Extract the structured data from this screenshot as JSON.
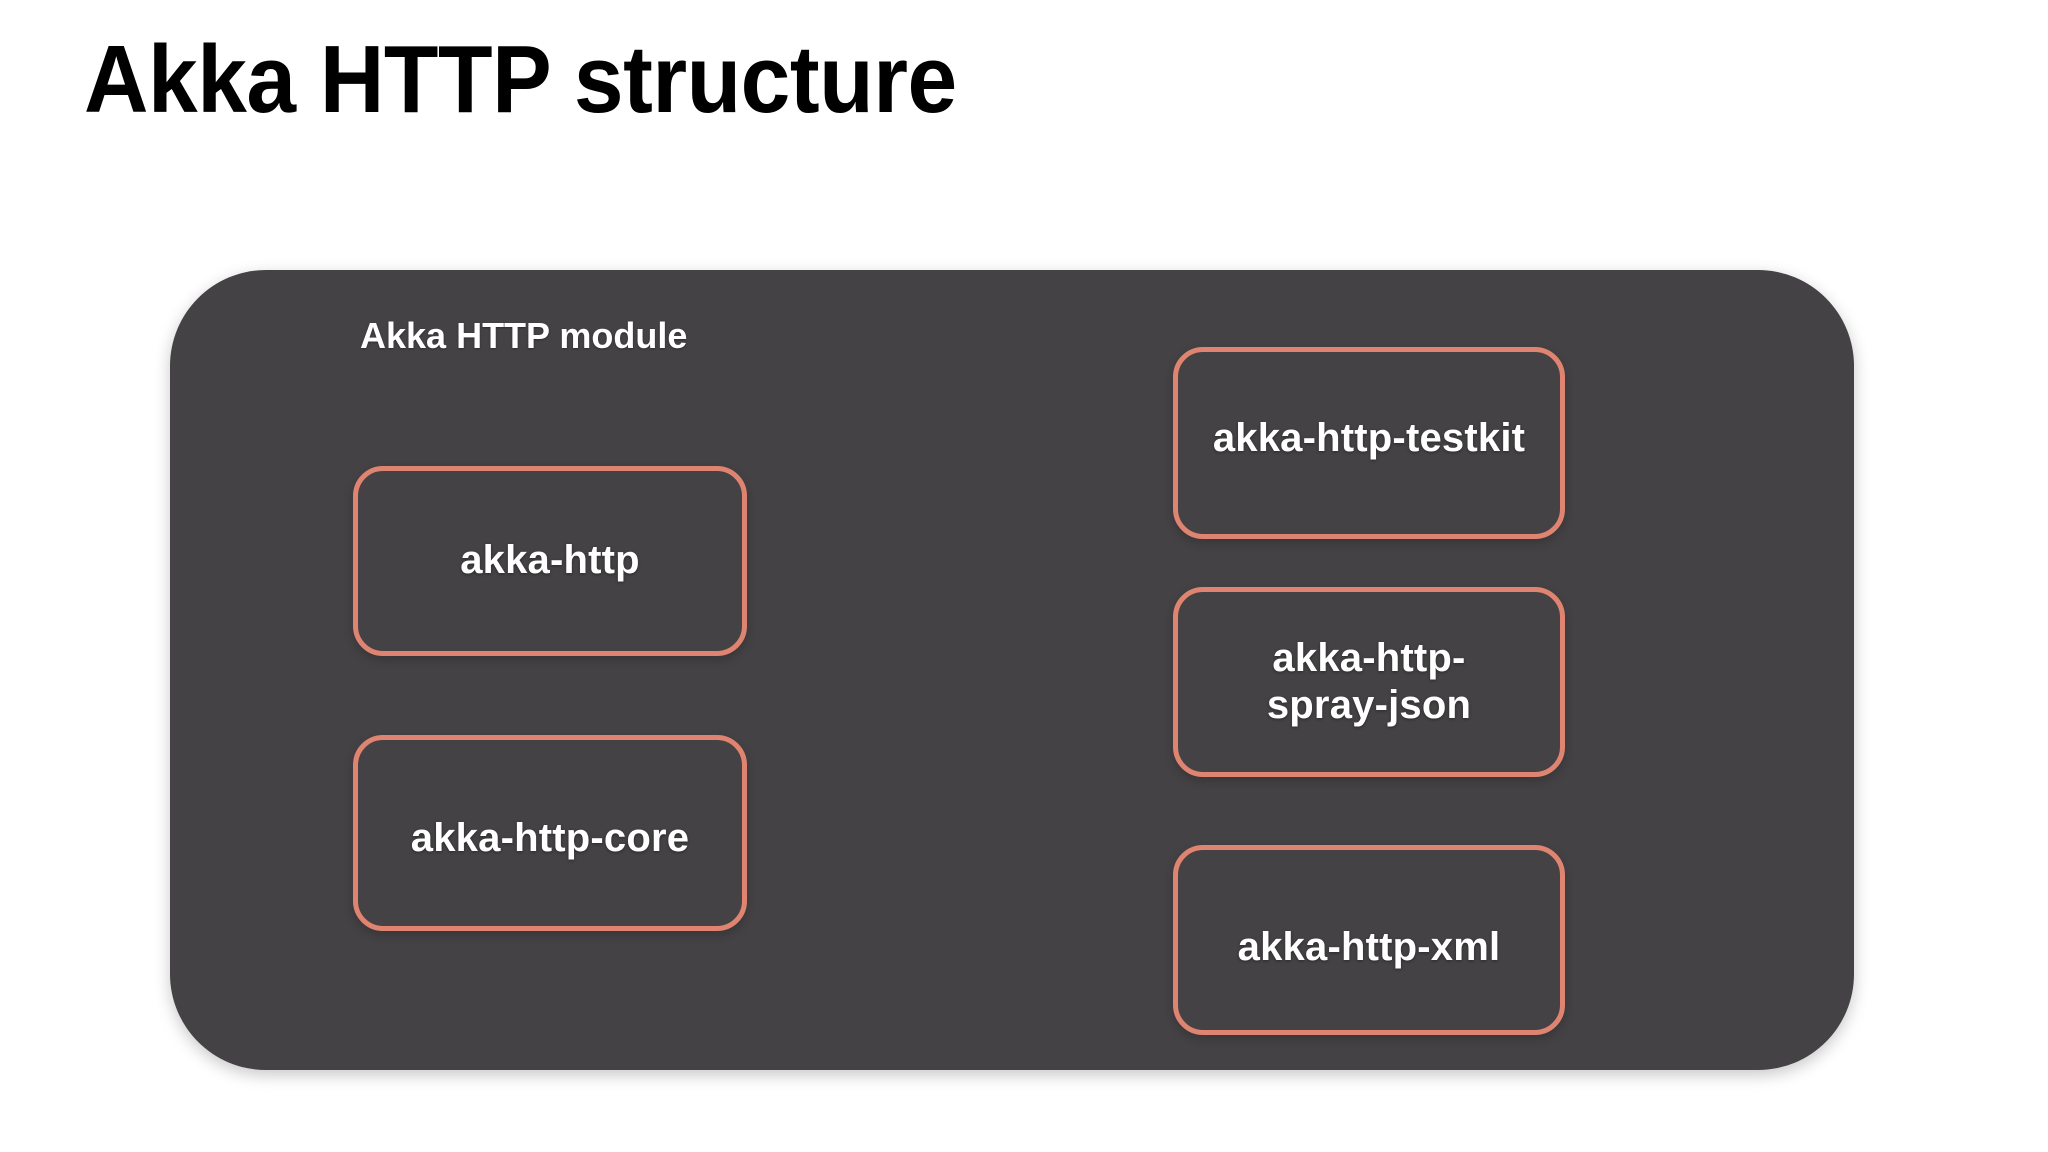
{
  "slide": {
    "title": "Akka HTTP structure",
    "background_color": "#ffffff",
    "title_color": "#000000"
  },
  "module": {
    "label": "Akka HTTP module",
    "background_color": "#444244",
    "label_color": "#ffffff",
    "corner_radius": "96px"
  },
  "artifact_style": {
    "border_color": "#E08472",
    "text_color": "#ffffff",
    "corner_radius": "30px"
  },
  "artifacts": {
    "left_column": [
      {
        "id": "akka-http",
        "label": "akka-http"
      },
      {
        "id": "akka-http-core",
        "label": "akka-http-core"
      }
    ],
    "right_column": [
      {
        "id": "akka-http-testkit",
        "label": "akka-http-testkit"
      },
      {
        "id": "akka-http-spray-json",
        "label": "akka-http-\nspray-json"
      },
      {
        "id": "akka-http-xml",
        "label": "akka-http-xml"
      }
    ]
  }
}
